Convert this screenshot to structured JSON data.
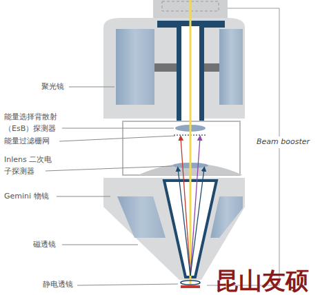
{
  "diagram": {
    "labels": [
      "聚光镜",
      "能量选择背散射 （EsB）探测器",
      "能量过滤栅网",
      "Inlens 二次电 子探测器",
      "Gemini 物镜",
      "磁透镜",
      "静电透镜",
      "Beam booster",
      "昆山友硕"
    ]
  }
}
